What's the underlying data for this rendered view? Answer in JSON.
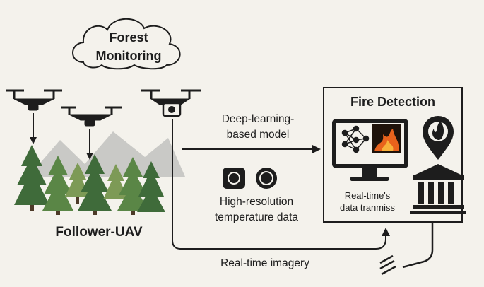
{
  "cloud": {
    "line1": "Forest",
    "line2": "Monitoring"
  },
  "follower_label": "Follower-UAV",
  "model_label": {
    "line1": "Deep-learning-",
    "line2": "based model"
  },
  "temperature_label": {
    "line1": "High-resolution",
    "line2": "temperature data"
  },
  "imagery_label": "Real-time imagery",
  "fire_detection": {
    "title": "Fire Detection",
    "transmission_line1": "Real-time's",
    "transmission_line2": "data tranmiss"
  },
  "colors": {
    "background": "#f4f2ec",
    "ink": "#1d1d1d",
    "tree_dark": "#3f6b3a",
    "tree_light": "#7d9a56",
    "mountain": "#c9c9c6",
    "fire": "#e8621c"
  },
  "icons": [
    "drone-icon",
    "camera-icon",
    "neural-network-icon",
    "fire-icon",
    "monitor-icon",
    "location-pin-icon",
    "building-icon",
    "ground-icon"
  ]
}
